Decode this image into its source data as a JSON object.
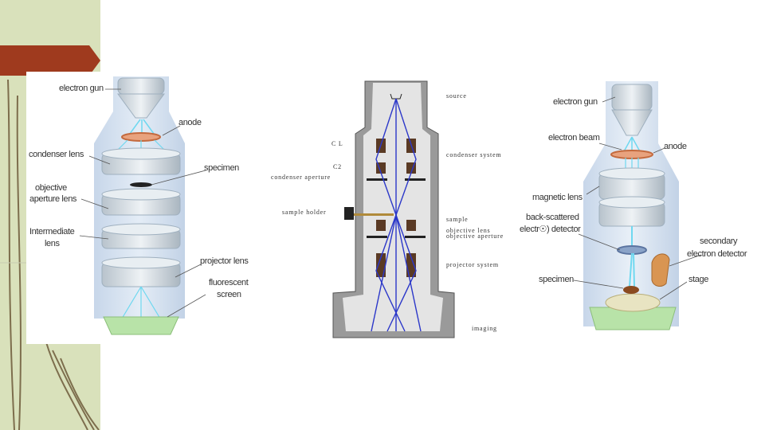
{
  "diagram1": {
    "electron_gun": "electron gun",
    "anode": "anode",
    "condenser_lens": "condenser lens",
    "specimen": "specimen",
    "objective_aperture_lens": [
      "objective",
      "aperture lens"
    ],
    "intermediate_lens": [
      "Intermediate",
      "lens"
    ],
    "projector_lens": "projector lens",
    "fluorescent_screen": [
      "fluorescent",
      "screen"
    ]
  },
  "diagram2": {
    "source": "source",
    "cl": "C L",
    "c2": "C2",
    "condenser_aperture": "condenser aperture",
    "condenser_system": "condenser system",
    "sample_holder": "sample holder",
    "sample": "sample",
    "objective_lens": "objective lens",
    "objective_aperture": "objective aperture",
    "projector_system": "projector system",
    "imaging": "imaging"
  },
  "diagram3": {
    "electron_gun": "electron gun",
    "electron_beam": "electron beam",
    "anode": "anode",
    "magnetic_lens": "magnetic lens",
    "backscattered_detector": [
      "back-scattered",
      "electr☉) detector"
    ],
    "secondary_detector": [
      "secondary",
      "electron detector"
    ],
    "specimen": "specimen",
    "stage": "stage"
  },
  "colors": {
    "stripe_olive": "#d9e1bb",
    "accent_brown": "#9f3a1e",
    "column_blue": "#c9d9ec",
    "lens_silver": "#cfd8df",
    "beam_cyan": "#6fd8f0",
    "screen_green": "#b8e3a8",
    "tem_gray": "#9a9a9a",
    "ray_blue": "#2b37c9"
  }
}
